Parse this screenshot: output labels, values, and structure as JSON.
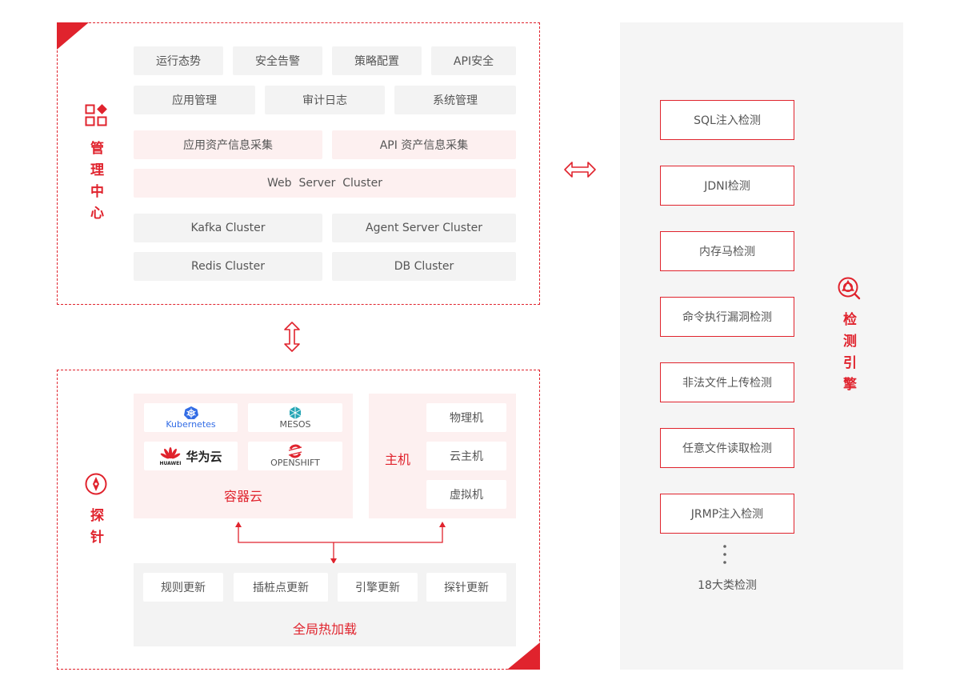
{
  "management": {
    "title": "管理中心",
    "row1": [
      "运行态势",
      "安全告警",
      "策略配置",
      "API安全"
    ],
    "row2": [
      "应用管理",
      "审计日志",
      "系统管理"
    ],
    "collect": [
      "应用资产信息采集",
      "API 资产信息采集"
    ],
    "web_cluster": "Web  Server  Cluster",
    "clusters": [
      "Kafka Cluster",
      "Agent Server Cluster",
      "Redis Cluster",
      "DB Cluster"
    ]
  },
  "probe": {
    "title": "探针",
    "container_cloud": {
      "label": "容器云",
      "logos": [
        "Kubernetes",
        "MESOS",
        "华为云",
        "OPENSHIFT"
      ],
      "huawei_wordmark": "HUAWEI"
    },
    "host": {
      "label": "主机",
      "items": [
        "物理机",
        "云主机",
        "虚拟机"
      ]
    },
    "hot_reload": {
      "label": "全局热加载",
      "items": [
        "规则更新",
        "插桩点更新",
        "引擎更新",
        "探针更新"
      ]
    }
  },
  "engine": {
    "title": "检测引擎",
    "items": [
      "SQL注入检测",
      "JDNI检测",
      "内存马检测",
      "命令执行漏洞检测",
      "非法文件上传检测",
      "任意文件读取检测",
      "JRMP注入检测"
    ],
    "more_label": "18大类检测"
  },
  "colors": {
    "accent": "#e0232d",
    "chip_gray": "#f3f3f3",
    "chip_pink": "#fdf0f0",
    "panel_gray": "#f5f5f5"
  },
  "icons": [
    "apps-icon",
    "double-arrow-horizontal-icon",
    "double-arrow-vertical-icon",
    "compass-icon",
    "search-target-icon",
    "kubernetes-logo",
    "mesos-logo",
    "huawei-logo",
    "openshift-logo"
  ]
}
